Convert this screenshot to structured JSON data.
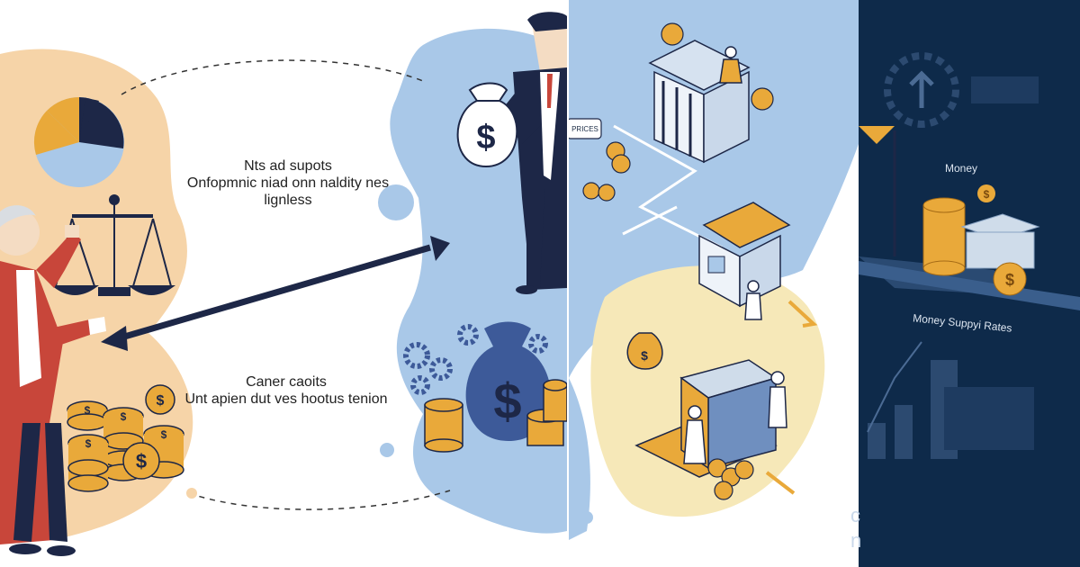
{
  "left_panel": {
    "text_top": [
      "Nts ad supots",
      "Onfopmnic niad onn naldity nes",
      "lignless"
    ],
    "text_bottom": [
      "Caner caoits",
      "Unt apien dut ves hootus tenion"
    ]
  },
  "middle_panel": {
    "sign_label": "PRICES"
  },
  "right_panel": {
    "money_label": "Money",
    "rates_label": "Money Suppyi Rates",
    "edge_glyphs": [
      "c",
      "n"
    ]
  },
  "colors": {
    "peach": "#f6d4a8",
    "light_blue": "#a9c8e8",
    "navy": "#1d2747",
    "gold": "#e9a93a",
    "red_coat": "#c8463a",
    "cream": "#f6e8b8",
    "dark_bg": "#0e2a4a"
  },
  "icons": [
    "pie-chart-icon",
    "balance-scale-icon",
    "money-bag-icon",
    "coin-stack-icon",
    "gear-icon",
    "bank-building-icon",
    "dollar-coin-icon",
    "bar-chart-icon"
  ]
}
